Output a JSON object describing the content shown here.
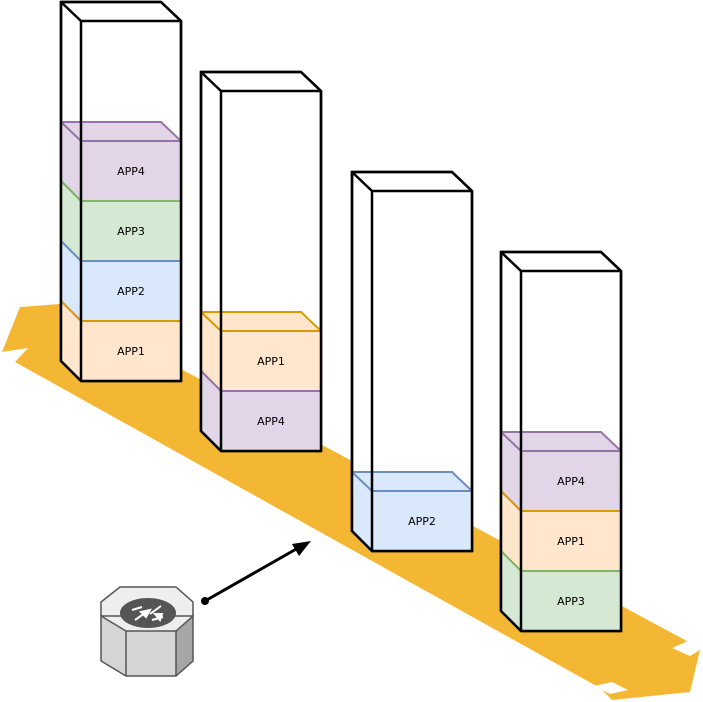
{
  "colors": {
    "band": "#F4B733",
    "outline": "#000000",
    "app1_fill": "#FFE6CC",
    "app1_stroke": "#D79B00",
    "app2_fill": "#DAE8FC",
    "app2_stroke": "#6C8EBF",
    "app3_fill": "#D5E8D4",
    "app3_stroke": "#82B366",
    "app4_fill": "#E1D5E7",
    "app4_stroke": "#9673A6",
    "router_top": "#EEEEEE",
    "router_front": "#D5D5D5",
    "router_side": "#A6A6A6",
    "router_logo": "#555555"
  },
  "diagram": {
    "icons": {
      "router": "router-icon",
      "arrow": "arrow-icon"
    },
    "stacks": [
      {
        "name": "stack-1",
        "segments": [
          {
            "label": "APP4",
            "app": "app4"
          },
          {
            "label": "APP3",
            "app": "app3"
          },
          {
            "label": "APP2",
            "app": "app2"
          },
          {
            "label": "APP1",
            "app": "app1"
          }
        ]
      },
      {
        "name": "stack-2",
        "segments": [
          {
            "label": "APP1",
            "app": "app1"
          },
          {
            "label": "APP4",
            "app": "app4"
          }
        ]
      },
      {
        "name": "stack-3",
        "segments": [
          {
            "label": "APP2",
            "app": "app2"
          }
        ]
      },
      {
        "name": "stack-4",
        "segments": [
          {
            "label": "APP4",
            "app": "app4"
          },
          {
            "label": "APP1",
            "app": "app1"
          },
          {
            "label": "APP3",
            "app": "app3"
          }
        ]
      }
    ]
  }
}
